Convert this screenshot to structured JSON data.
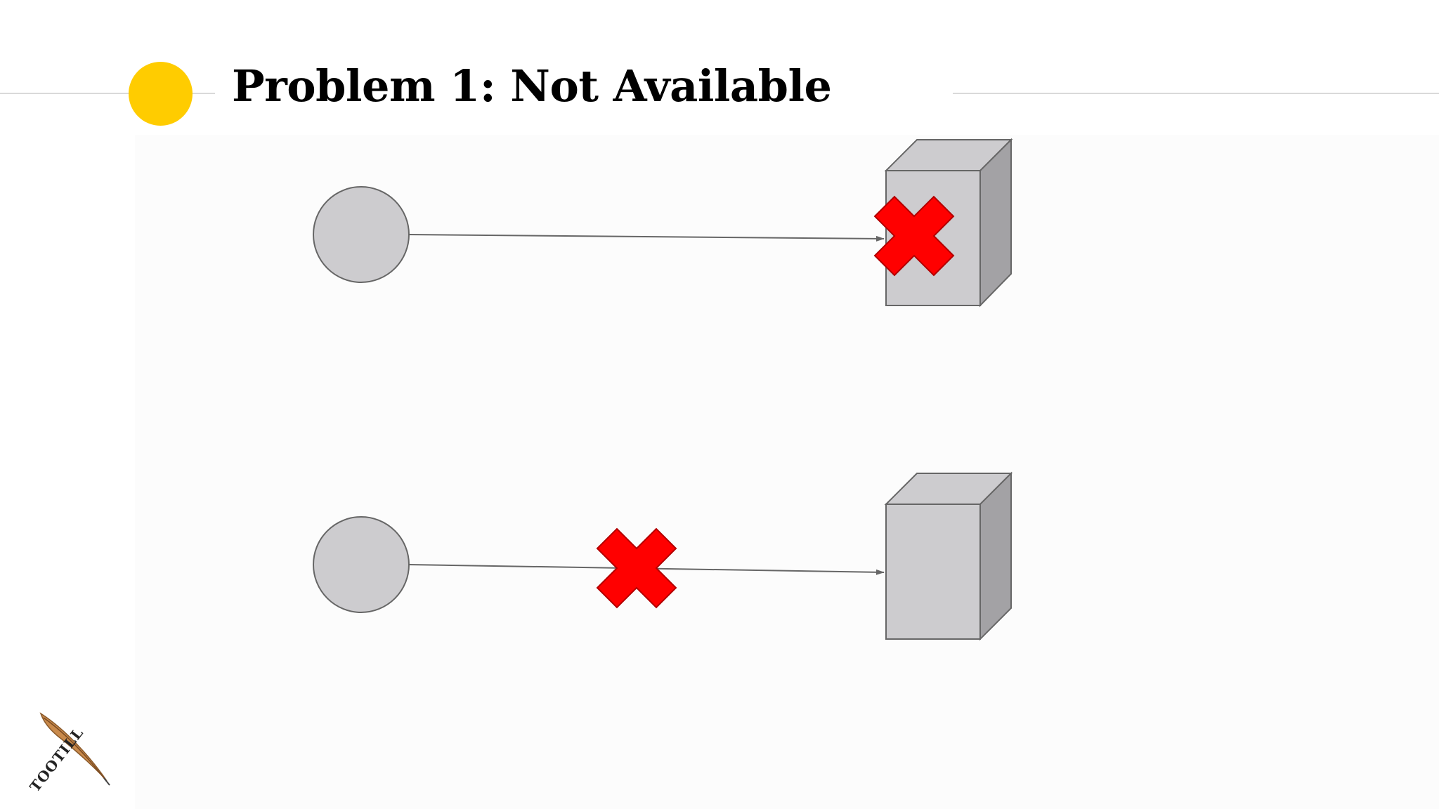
{
  "slide": {
    "title": "Problem 1: Not Available"
  },
  "colors": {
    "accent_dot": "#ffcc00",
    "node_fill": "#cdcccf",
    "node_side": "#a3a2a5",
    "node_stroke": "#666666",
    "failure_mark": "#ff0000",
    "connector": "#666666"
  },
  "diagram": {
    "rows": [
      {
        "client_icon": "client-circle",
        "server_icon": "server-box-icon",
        "failure_location": "server"
      },
      {
        "client_icon": "client-circle",
        "server_icon": "server-box-icon",
        "failure_location": "connection"
      }
    ],
    "failure_icon": "red-x-icon"
  },
  "logo": {
    "icon": "quill-pen-logo",
    "text": "TOOTILL"
  }
}
